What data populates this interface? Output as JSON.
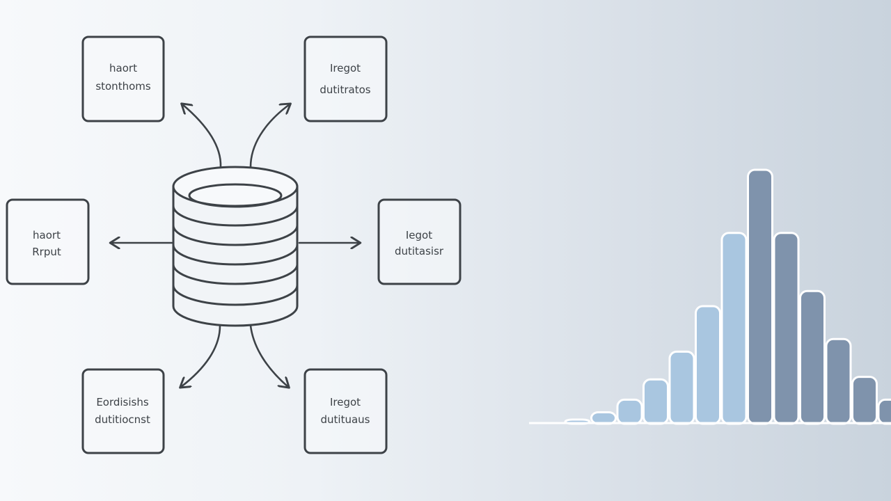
{
  "diagram": {
    "nodes": [
      {
        "id": "top-left",
        "line1": "haort",
        "line2": "stonthoms"
      },
      {
        "id": "top-right",
        "line1": "Iregot",
        "line2": "dutitratos"
      },
      {
        "id": "mid-left",
        "line1": "haort",
        "line2": "Rrput"
      },
      {
        "id": "mid-right",
        "line1": "Iegot",
        "line2": "dutitasisr"
      },
      {
        "id": "bottom-left",
        "line1": "Eordisishs",
        "line2": "dutitiocnst"
      },
      {
        "id": "bottom-right",
        "line1": "Iregot",
        "line2": "dutituaus"
      }
    ],
    "center": {
      "icon": "database-icon",
      "rings": 5
    }
  },
  "distribution": {
    "icon": "bar-chart-icon",
    "bars": [
      {
        "value": 0.01,
        "tone": "light"
      },
      {
        "value": 0.04,
        "tone": "light"
      },
      {
        "value": 0.09,
        "tone": "light"
      },
      {
        "value": 0.17,
        "tone": "light"
      },
      {
        "value": 0.28,
        "tone": "light"
      },
      {
        "value": 0.46,
        "tone": "light"
      },
      {
        "value": 0.75,
        "tone": "light"
      },
      {
        "value": 1.0,
        "tone": "dark"
      },
      {
        "value": 0.75,
        "tone": "dark"
      },
      {
        "value": 0.52,
        "tone": "dark"
      },
      {
        "value": 0.33,
        "tone": "dark"
      },
      {
        "value": 0.18,
        "tone": "dark"
      },
      {
        "value": 0.09,
        "tone": "dark"
      }
    ],
    "colors": {
      "light": "#a9c6e0",
      "dark": "#7f93ac"
    }
  }
}
